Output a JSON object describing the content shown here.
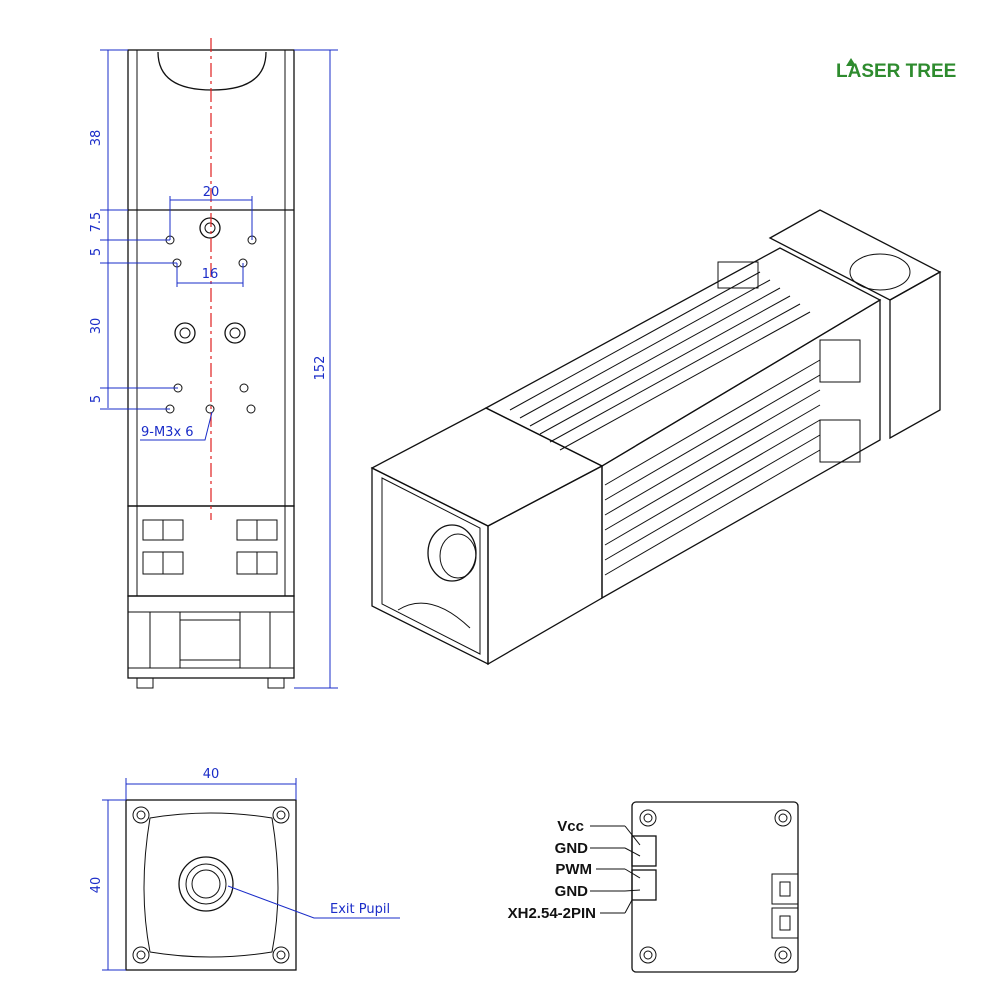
{
  "brand": {
    "logo_text": "LASER TREE",
    "color": "#2e8b2e"
  },
  "colors": {
    "dimension": "#1a2cc8",
    "centerline": "#e02020",
    "line": "#111111"
  },
  "front_view": {
    "dims": {
      "top": "38",
      "upper_gap": "7.5",
      "small_gap": "5",
      "width_20": "20",
      "width_16": "16",
      "mid": "30",
      "lower_gap": "5",
      "total": "152",
      "screw_note": "9-M3x 6"
    }
  },
  "end_view": {
    "width": "40",
    "height": "40",
    "exit_label": "Exit Pupil"
  },
  "connector_view": {
    "pins": [
      "Vcc",
      "GND",
      "PWM",
      "GND"
    ],
    "connector_type": "XH2.54-2PIN"
  }
}
